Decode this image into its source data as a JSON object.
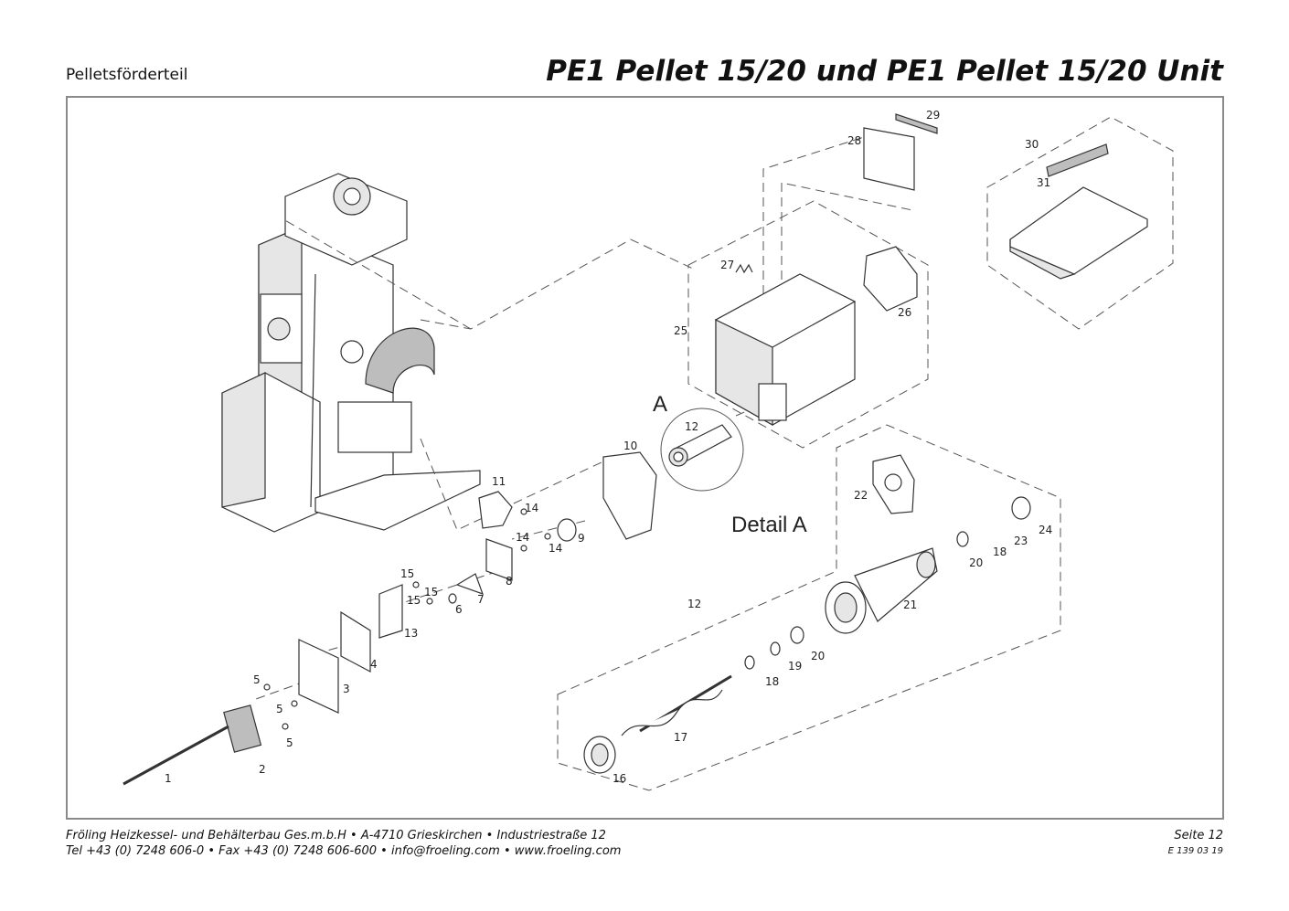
{
  "header": {
    "section": "Pelletsförderteil",
    "title": "PE1 Pellet 15/20 und PE1 Pellet 15/20 Unit"
  },
  "drawing": {
    "detail_marker": "A",
    "detail_title": "Detail A",
    "part_labels": {
      "p1": "1",
      "p2": "2",
      "p3": "3",
      "p4": "4",
      "p5a": "5",
      "p5b": "5",
      "p5c": "5",
      "p6": "6",
      "p7": "7",
      "p8": "8",
      "p9": "9",
      "p10": "10",
      "p11": "11",
      "p12a": "12",
      "p12b": "12",
      "p13": "13",
      "p14a": "14",
      "p14b": "14",
      "p14c": "14",
      "p15a": "15",
      "p15b": "15",
      "p15c": "15",
      "p16": "16",
      "p17": "17",
      "p18a": "18",
      "p18b": "18",
      "p19": "19",
      "p20a": "20",
      "p20b": "20",
      "p21": "21",
      "p22": "22",
      "p23": "23",
      "p24": "24",
      "p25": "25",
      "p26": "26",
      "p27": "27",
      "p28": "28",
      "p29": "29",
      "p30": "30",
      "p31": "31"
    }
  },
  "footer": {
    "line1": "Fröling Heizkessel- und Behälterbau Ges.m.b.H   •  A-4710 Grieskirchen   •   Industriestraße 12",
    "line2": "Tel +43 (0) 7248 606-0   •  Fax +43 (0) 7248 606-600   •  info@froeling.com   •  www.froeling.com",
    "page": "Seite 12",
    "doc_number": "E 139 03 19"
  }
}
